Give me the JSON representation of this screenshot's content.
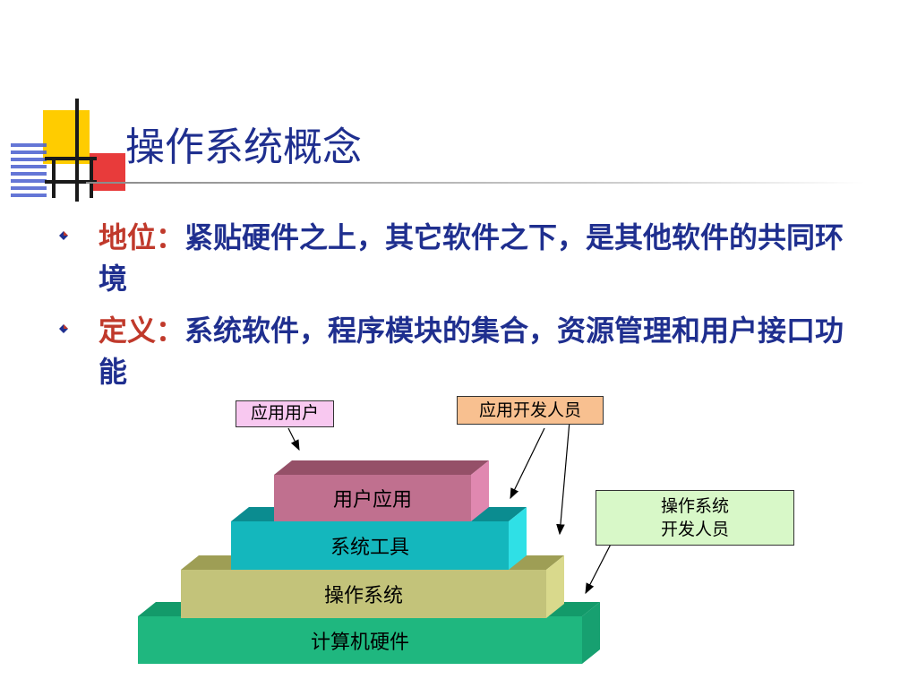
{
  "slide": {
    "title": "操作系统概念",
    "bullets": [
      {
        "term": "地位：",
        "text": "紧贴硬件之上，其它软件之下，是其他软件的共同环境"
      },
      {
        "term": "定义：",
        "text": "系统软件，程序模块的集合，资源管理和用户接口功能"
      }
    ]
  },
  "diagram": {
    "tiers": [
      {
        "label": "用户应用",
        "color": "#c0708f"
      },
      {
        "label": "系统工具",
        "color": "#14b7bd"
      },
      {
        "label": "操作系统",
        "color": "#c3c37a"
      },
      {
        "label": "计算机硬件",
        "color": "#1fb77f"
      }
    ],
    "roles": {
      "app_user": "应用用户",
      "app_developer": "应用开发人员",
      "os_developer_line1": "操作系统",
      "os_developer_line2": "开发人员"
    },
    "colors": {
      "app_user_box": "#f8c8f0",
      "app_developer_box": "#f8c090",
      "os_developer_box": "#d8f8c8",
      "title_text": "#1f2f8f",
      "term_text": "#c0392b"
    }
  }
}
